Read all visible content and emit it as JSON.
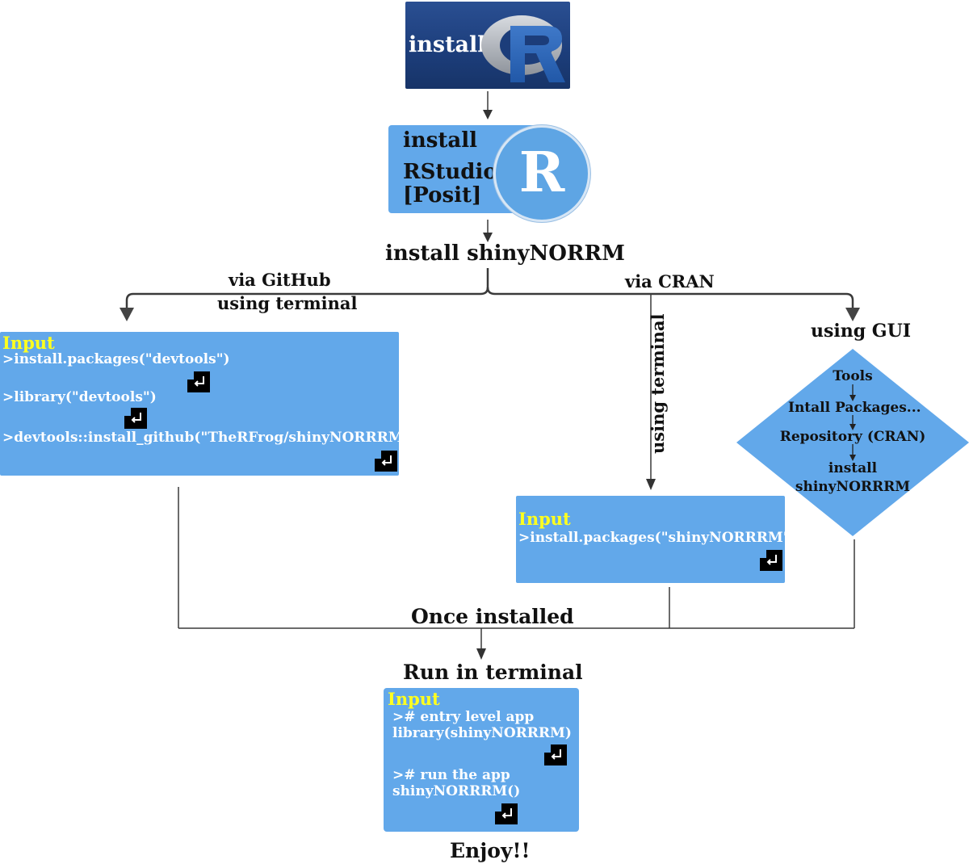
{
  "nodes": {
    "install_r": {
      "label": "install"
    },
    "install_rstudio": {
      "line1": "install",
      "line2": "RStudio",
      "line3": "[Posit]",
      "logo_letter": "R"
    },
    "install_shiny": "install shinyNORRM",
    "via_github": "via GitHub",
    "using_terminal_left": "using terminal",
    "via_cran": "via CRAN",
    "using_terminal_right": "using terminal",
    "using_gui": "using GUI",
    "github_input": {
      "title": "Input",
      "line1": ">install.packages(\"devtools\")",
      "line2": ">library(\"devtools\")",
      "line3": ">devtools::install_github(\"TheRFrog/shinyNORRRM\")"
    },
    "cran_input": {
      "title": "Input",
      "line1": ">install.packages(\"shinyNORRRM\")"
    },
    "gui_steps": {
      "step1": "Tools",
      "step2": "Intall Packages...",
      "step3": "Repository (CRAN)",
      "step4a": "install",
      "step4b": "shinyNORRRM"
    },
    "once_installed": "Once installed",
    "run_in_terminal": "Run in terminal",
    "run_input": {
      "title": "Input",
      "line1": "># entry level app",
      "line2": "library(shinyNORRRM)",
      "line3": "># run the app",
      "line4": "shinyNORRRM()"
    },
    "enjoy": "Enjoy!!"
  },
  "colors": {
    "box_blue": "#62a8ea",
    "r_box_navy": "#1c3d7a",
    "input_yellow": "#ffff1e",
    "connector": "#3a3a3a"
  },
  "icons": [
    "r-logo-icon",
    "rstudio-logo-icon",
    "enter-key-icon"
  ]
}
